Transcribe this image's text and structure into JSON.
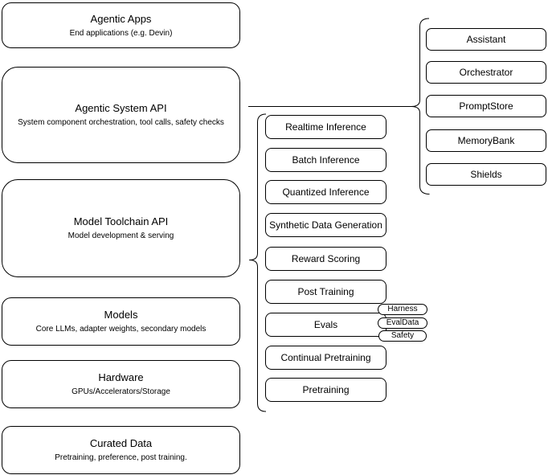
{
  "diagram": {
    "title": "Agentic system stack diagram",
    "colors": {
      "background": "#ffffff",
      "box_fill": "#ffffff",
      "stroke": "#000000",
      "text": "#000000"
    },
    "stack_layers": {
      "agentic_apps": {
        "title": "Agentic Apps",
        "subtitle": "End applications (e.g. Devin)"
      },
      "agentic_system_api": {
        "title": "Agentic System API",
        "subtitle": "System component orchestration, tool calls, safety checks"
      },
      "model_toolchain_api": {
        "title": "Model Toolchain API",
        "subtitle": "Model development & serving"
      },
      "models": {
        "title": "Models",
        "subtitle": "Core LLMs, adapter weights, secondary models"
      },
      "hardware": {
        "title": "Hardware",
        "subtitle": "GPUs/Accelerators/Storage"
      },
      "curated_data": {
        "title": "Curated Data",
        "subtitle": "Pretraining, preference, post training."
      }
    },
    "toolchain_items": [
      "Realtime Inference",
      "Batch Inference",
      "Quantized Inference",
      "Synthetic Data Generation",
      "Reward Scoring",
      "Post Training",
      "Evals",
      "Continual Pretraining",
      "Pretraining"
    ],
    "evals_tags": [
      "Harness",
      "EvalData",
      "Safety"
    ],
    "system_components": [
      "Assistant",
      "Orchestrator",
      "PromptStore",
      "MemoryBank",
      "Shields"
    ]
  }
}
